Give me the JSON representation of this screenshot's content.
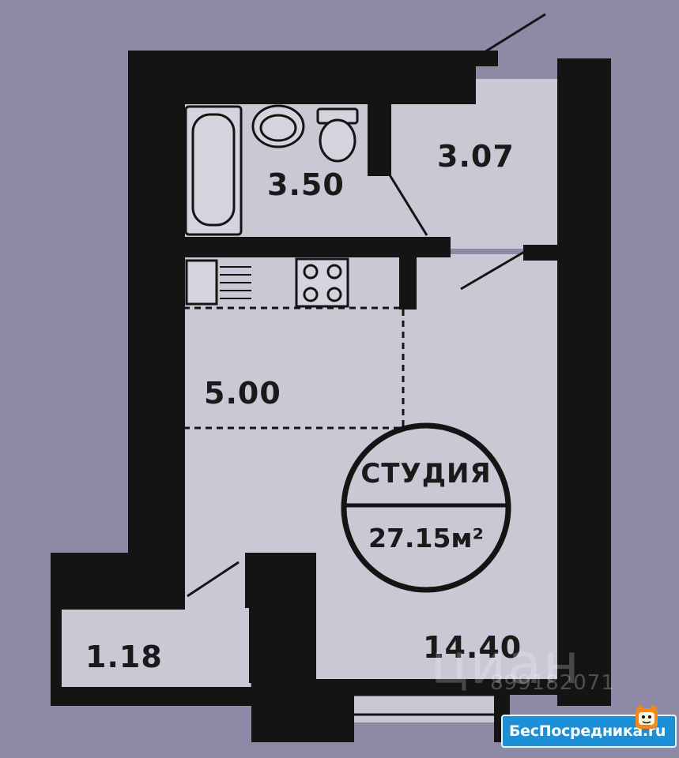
{
  "plan": {
    "rooms": {
      "bathroom_area": "3.50",
      "hallway_area": "3.07",
      "kitchen_area": "5.00",
      "balcony_area": "1.18",
      "living_area": "14.40"
    },
    "badge": {
      "title": "СТУДИЯ",
      "total_area": "27.15м²"
    }
  },
  "watermark": {
    "text": "циан",
    "number": "899182071"
  },
  "brand": {
    "logo_text": "БесПосредника.ru"
  },
  "colors": {
    "background": "#8d8aa6",
    "wall": "#141414",
    "room_fill": "#c9c8d4",
    "brand_blue": "#1e8fd6"
  }
}
